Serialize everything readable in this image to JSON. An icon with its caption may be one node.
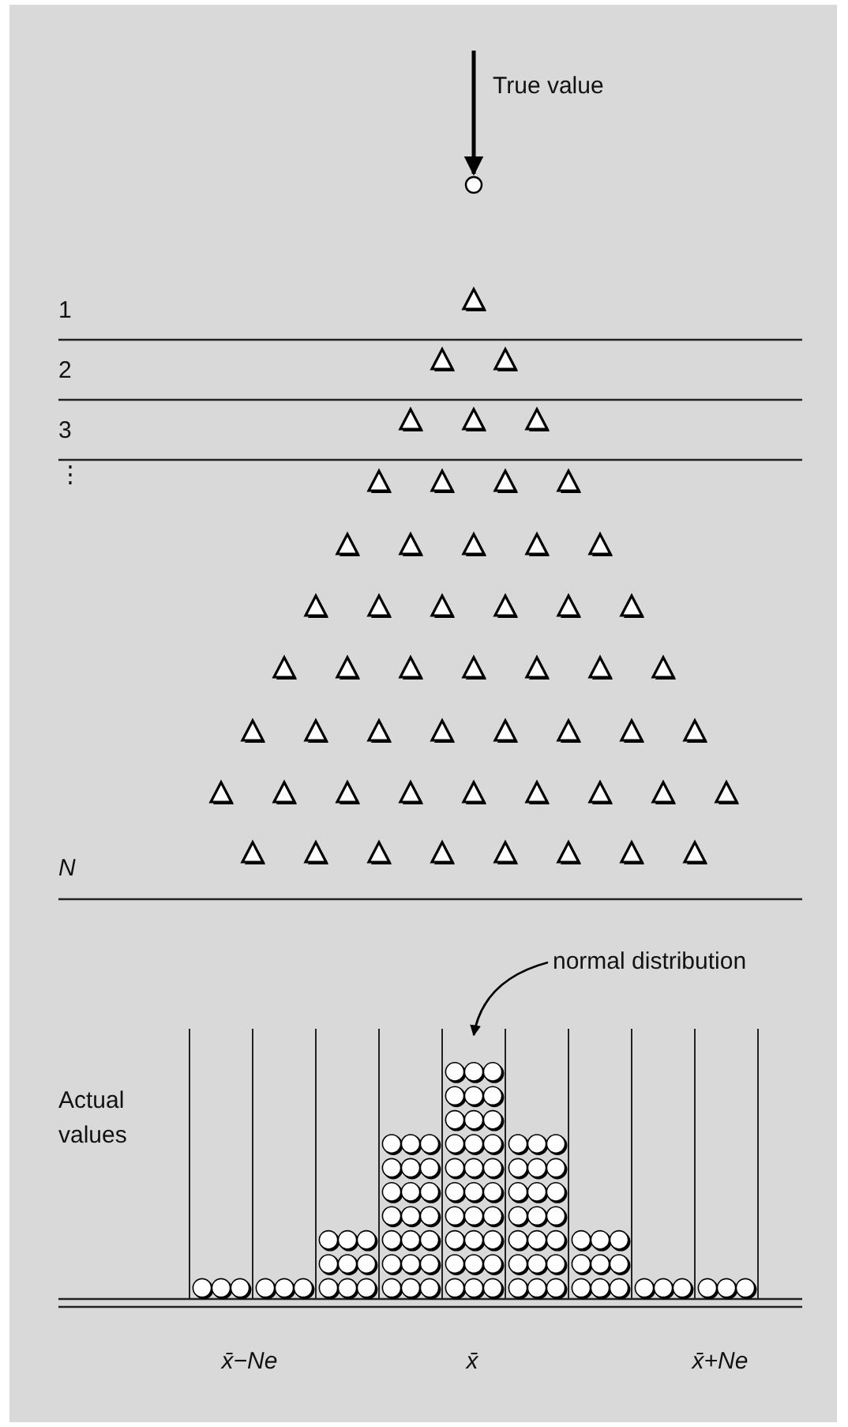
{
  "diagram": {
    "nodes": [
      {
        "text": [
          "True value"
        ]
      },
      {
        "text": [],
        "shape": "circle"
      },
      {
        "text": [
          "normal distribution"
        ]
      }
    ],
    "edges": [
      {
        "from": 0,
        "to": 1,
        "arrow": "to"
      },
      {
        "from": 2,
        "to": null,
        "arrow": "to"
      }
    ],
    "labels": [
      "1",
      "2",
      "3",
      "⋮",
      "N",
      "Actual values",
      "x̄−Ne",
      "x̄",
      "x̄+Ne"
    ]
  }
}
